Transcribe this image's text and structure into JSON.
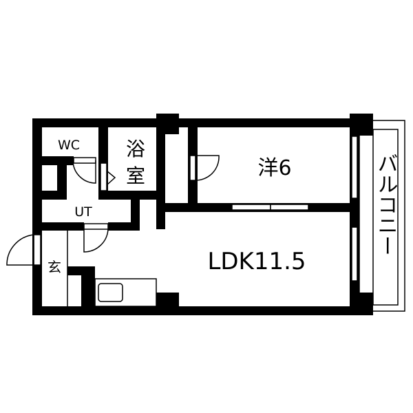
{
  "floor_plan": {
    "rooms": {
      "wc": "WC",
      "bath": "浴室",
      "bath_char_1": "浴",
      "bath_char_2": "室",
      "utility": "UT",
      "entrance": "玄",
      "western_room": "洋6",
      "ldk": "LDK11.5",
      "balcony": "バルコニー"
    },
    "colors": {
      "wall": "#000000",
      "background": "#ffffff"
    }
  }
}
